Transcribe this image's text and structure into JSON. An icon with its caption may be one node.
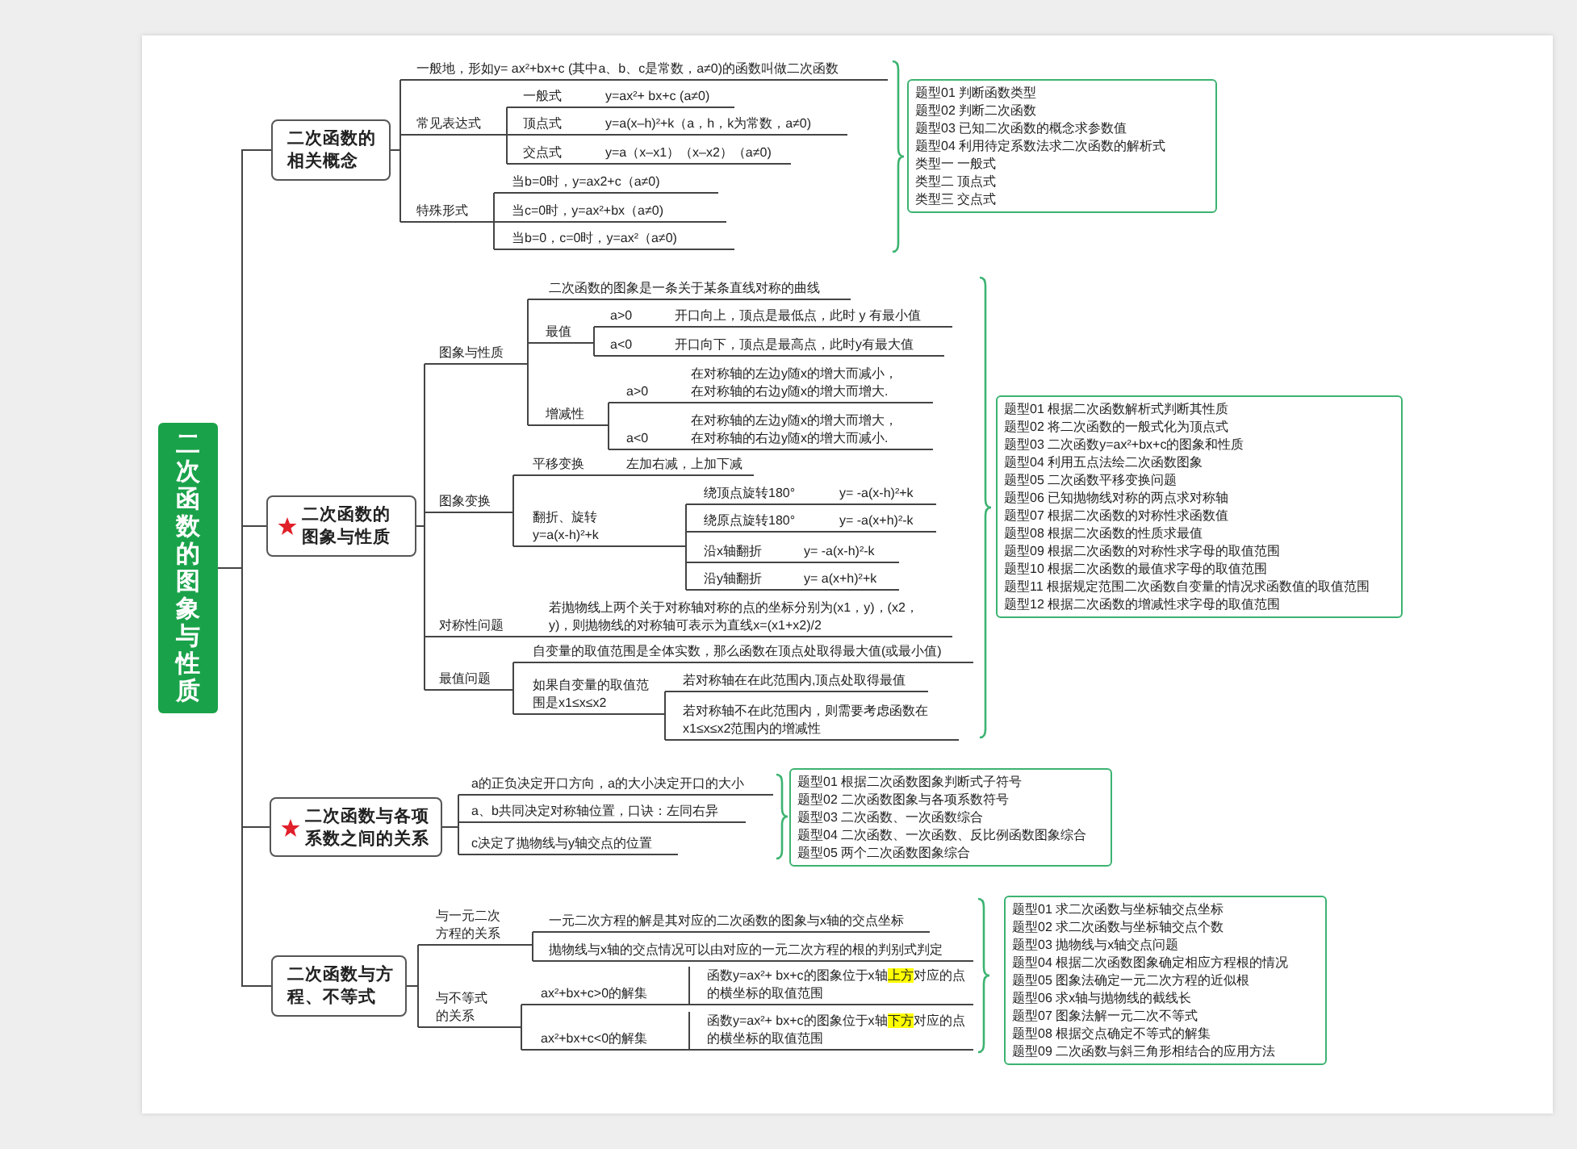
{
  "diagram": {
    "nodes": [
      {
        "text": [
          "二次函数的图象与性质"
        ]
      },
      {
        "text": [
          "二次函数的相关概念"
        ]
      },
      {
        "text": [
          "一般地，形如y= ax²+bx+c (其中a、b、c是常数，a≠0)的函数叫做二次函数"
        ]
      },
      {
        "text": [
          "常见表达式"
        ]
      },
      {
        "text": [
          "一般式",
          "y=ax²+ bx+c (a≠0)"
        ]
      },
      {
        "text": [
          "顶点式",
          "y=a(x–h)²+k（a，h，k为常数，a≠0)"
        ]
      },
      {
        "text": [
          "交点式",
          "y=a（x–x1）（x–x2）（a≠0)"
        ]
      },
      {
        "text": [
          "特殊形式"
        ]
      },
      {
        "text": [
          "当b=0时，y=ax2+c（a≠0)"
        ]
      },
      {
        "text": [
          "当c=0时，y=ax²+bx（a≠0)"
        ]
      },
      {
        "text": [
          "当b=0，c=0时，y=ax²（a≠0)"
        ]
      },
      {
        "text": [
          "题型01 判断函数类型",
          "题型02 判断二次函数",
          "题型03 已知二次函数的概念求参数值",
          "题型04 利用待定系数法求二次函数的解析式",
          "类型一 一般式",
          "类型二 顶点式",
          "类型三 交点式"
        ]
      },
      {
        "text": [
          "二次函数的图象与性质"
        ]
      },
      {
        "text": [
          "图象与性质"
        ]
      },
      {
        "text": [
          "二次函数的图象是一条关于某条直线对称的曲线"
        ]
      },
      {
        "text": [
          "最值"
        ]
      },
      {
        "text": [
          "a>0",
          "开口向上，顶点是最低点，此时 y 有最小值"
        ]
      },
      {
        "text": [
          "a<0",
          "开口向下，顶点是最高点，此时y有最大值"
        ]
      },
      {
        "text": [
          "增减性"
        ]
      },
      {
        "text": [
          "a>0",
          "在对称轴的左边y随x的增大而减小，在对称轴的右边y随x的增大而增大."
        ]
      },
      {
        "text": [
          "a<0",
          "在对称轴的左边y随x的增大而增大，在对称轴的右边y随x的增大而减小."
        ]
      },
      {
        "text": [
          "图象变换"
        ]
      },
      {
        "text": [
          "平移变换",
          "左加右减，上加下减"
        ]
      },
      {
        "text": [
          "翻折、旋转 y=a(x-h)²+k"
        ]
      },
      {
        "text": [
          "绕顶点旋转180°",
          "y= -a(x-h)²+k"
        ]
      },
      {
        "text": [
          "绕原点旋转180°",
          "y= -a(x+h)²-k"
        ]
      },
      {
        "text": [
          "沿x轴翻折",
          "y= -a(x-h)²-k"
        ]
      },
      {
        "text": [
          "沿y轴翻折",
          "y= a(x+h)²+k"
        ]
      },
      {
        "text": [
          "对称性问题",
          "若抛物线上两个关于对称轴对称的点的坐标分别为(x1，y)，(x2，y)，则抛物线的对称轴可表示为直线x=(x1+x2)/2"
        ]
      },
      {
        "text": [
          "最值问题"
        ]
      },
      {
        "text": [
          "自变量的取值范围是全体实数，那么函数在顶点处取得最大值(或最小值)"
        ]
      },
      {
        "text": [
          "如果自变量的取值范围是x1≤x≤x2"
        ]
      },
      {
        "text": [
          "若对称轴在在此范围内,顶点处取得最值"
        ]
      },
      {
        "text": [
          "若对称轴不在此范围内，则需要考虑函数在x1≤x≤x2范围内的增减性"
        ]
      },
      {
        "text": [
          "题型01 根据二次函数解析式判断其性质",
          "题型02 将二次函数的一般式化为顶点式",
          "题型03 二次函数y=ax²+bx+c的图象和性质",
          "题型04 利用五点法绘二次函数图象",
          "题型05 二次函数平移变换问题",
          "题型06 已知抛物线对称的两点求对称轴",
          "题型07 根据二次函数的对称性求函数值",
          "题型08 根据二次函数的性质求最值",
          "题型09 根据二次函数的对称性求字母的取值范围",
          "题型10 根据二次函数的最值求字母的取值范围",
          "题型11 根据规定范围二次函数自变量的情况求函数值的取值范围",
          "题型12 根据二次函数的增减性求字母的取值范围"
        ]
      },
      {
        "text": [
          "二次函数与各项系数之间的关系"
        ]
      },
      {
        "text": [
          "a的正负决定开口方向，a的大小决定开口的大小"
        ]
      },
      {
        "text": [
          "a、b共同决定对称轴位置，口诀：左同右异"
        ]
      },
      {
        "text": [
          "c决定了抛物线与y轴交点的位置"
        ]
      },
      {
        "text": [
          "题型01 根据二次函数图象判断式子符号",
          "题型02 二次函数图象与各项系数符号",
          "题型03 二次函数、一次函数综合",
          "题型04 二次函数、一次函数、反比例函数图象综合",
          "题型05 两个二次函数图象综合"
        ]
      },
      {
        "text": [
          "二次函数与方程、不等式"
        ]
      },
      {
        "text": [
          "与一元二次方程的关系"
        ]
      },
      {
        "text": [
          "一元二次方程的解是其对应的二次函数的图象与x轴的交点坐标"
        ]
      },
      {
        "text": [
          "抛物线与x轴的交点情况可以由对应的一元二次方程的根的判别式判定"
        ]
      },
      {
        "text": [
          "与不等式的关系"
        ]
      },
      {
        "text": [
          "ax²+bx+c>0的解集"
        ]
      },
      {
        "text": [
          "函数y=ax²+ bx+c的图象位于x轴**上方**对应的点的横坐标的取值范围"
        ]
      },
      {
        "text": [
          "ax²+bx+c<0的解集"
        ]
      },
      {
        "text": [
          "函数y=ax²+ bx+c的图象位于x轴**下方**对应的点的横坐标的取值范围"
        ]
      },
      {
        "text": [
          "题型01 求二次函数与坐标轴交点坐标",
          "题型02 求二次函数与坐标轴交点个数",
          "题型03 抛物线与x轴交点问题",
          "题型04 根据二次函数图象确定相应方程根的情况",
          "题型05 图象法确定一元二次方程的近似根",
          "题型06 求x轴与抛物线的截线长",
          "题型07 图象法解一元二次不等式",
          "题型08 根据交点确定不等式的解集",
          "题型09 二次函数与斜三角形相结合的应用方法"
        ]
      }
    ],
    "edges": [
      {
        "from": 0,
        "to": 1,
        "arrow": "none"
      },
      {
        "from": 0,
        "to": 12,
        "arrow": "none"
      },
      {
        "from": 0,
        "to": 35,
        "arrow": "none"
      },
      {
        "from": 0,
        "to": 40,
        "arrow": "none"
      },
      {
        "from": 1,
        "to": 2,
        "arrow": "none"
      },
      {
        "from": 1,
        "to": 3,
        "arrow": "none"
      },
      {
        "from": 1,
        "to": 7,
        "arrow": "none"
      },
      {
        "from": 3,
        "to": 4,
        "arrow": "none"
      },
      {
        "from": 3,
        "to": 5,
        "arrow": "none"
      },
      {
        "from": 3,
        "to": 6,
        "arrow": "none"
      },
      {
        "from": 7,
        "to": 8,
        "arrow": "none"
      },
      {
        "from": 7,
        "to": 9,
        "arrow": "none"
      },
      {
        "from": 7,
        "to": 10,
        "arrow": "none"
      },
      {
        "from": 12,
        "to": 13,
        "arrow": "none"
      },
      {
        "from": 12,
        "to": 21,
        "arrow": "none"
      },
      {
        "from": 12,
        "to": 28,
        "arrow": "none"
      },
      {
        "from": 12,
        "to": 29,
        "arrow": "none"
      },
      {
        "from": 13,
        "to": 14,
        "arrow": "none"
      },
      {
        "from": 13,
        "to": 15,
        "arrow": "none"
      },
      {
        "from": 13,
        "to": 18,
        "arrow": "none"
      },
      {
        "from": 15,
        "to": 16,
        "arrow": "none"
      },
      {
        "from": 15,
        "to": 17,
        "arrow": "none"
      },
      {
        "from": 18,
        "to": 19,
        "arrow": "none"
      },
      {
        "from": 18,
        "to": 20,
        "arrow": "none"
      },
      {
        "from": 21,
        "to": 22,
        "arrow": "none"
      },
      {
        "from": 21,
        "to": 23,
        "arrow": "none"
      },
      {
        "from": 23,
        "to": 24,
        "arrow": "none"
      },
      {
        "from": 23,
        "to": 25,
        "arrow": "none"
      },
      {
        "from": 23,
        "to": 26,
        "arrow": "none"
      },
      {
        "from": 23,
        "to": 27,
        "arrow": "none"
      },
      {
        "from": 29,
        "to": 30,
        "arrow": "none"
      },
      {
        "from": 29,
        "to": 31,
        "arrow": "none"
      },
      {
        "from": 31,
        "to": 32,
        "arrow": "none"
      },
      {
        "from": 31,
        "to": 33,
        "arrow": "none"
      },
      {
        "from": 35,
        "to": 36,
        "arrow": "none"
      },
      {
        "from": 35,
        "to": 37,
        "arrow": "none"
      },
      {
        "from": 35,
        "to": 38,
        "arrow": "none"
      },
      {
        "from": 40,
        "to": 41,
        "arrow": "none"
      },
      {
        "from": 40,
        "to": 44,
        "arrow": "none"
      },
      {
        "from": 41,
        "to": 42,
        "arrow": "none"
      },
      {
        "from": 41,
        "to": 43,
        "arrow": "none"
      },
      {
        "from": 44,
        "to": 45,
        "arrow": "none"
      },
      {
        "from": 44,
        "to": 47,
        "arrow": "none"
      },
      {
        "from": 45,
        "to": 46,
        "arrow": "none"
      },
      {
        "from": 47,
        "to": 48,
        "arrow": "none"
      }
    ]
  }
}
